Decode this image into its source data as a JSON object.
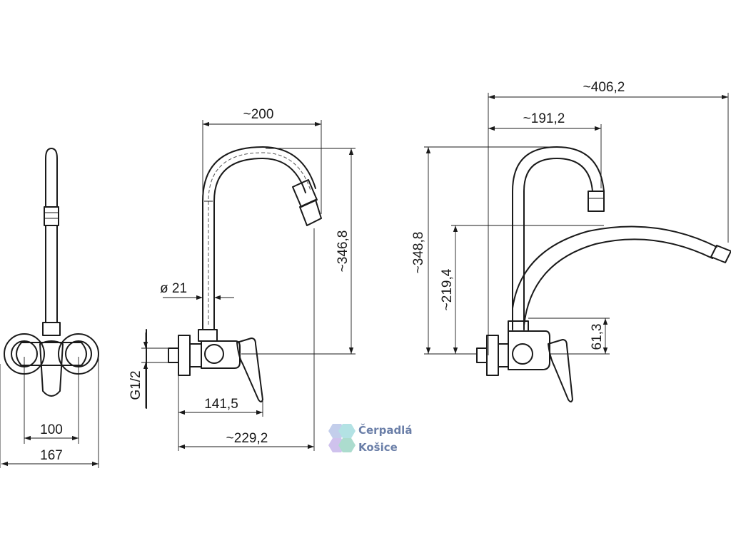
{
  "dimensions": {
    "front_inner_width": "100",
    "front_outer_width": "167",
    "side_top_width": "~200",
    "side_height": "~346,8",
    "side_pipe_diameter": "ø 21",
    "side_thread": "G1/2",
    "side_body_depth": "141,5",
    "side_total_depth": "~229,2",
    "right_long_spout": "~406,2",
    "right_short_spout": "~191,2",
    "right_total_height": "~348,8",
    "right_long_height": "~219,4",
    "right_base_height": "61,3"
  },
  "watermark": {
    "line1": "Čerpadlá",
    "line2": "Košice",
    "colors": [
      "#b9c6e8",
      "#a6dde0",
      "#c7b8ea",
      "#9ed6c6"
    ]
  }
}
